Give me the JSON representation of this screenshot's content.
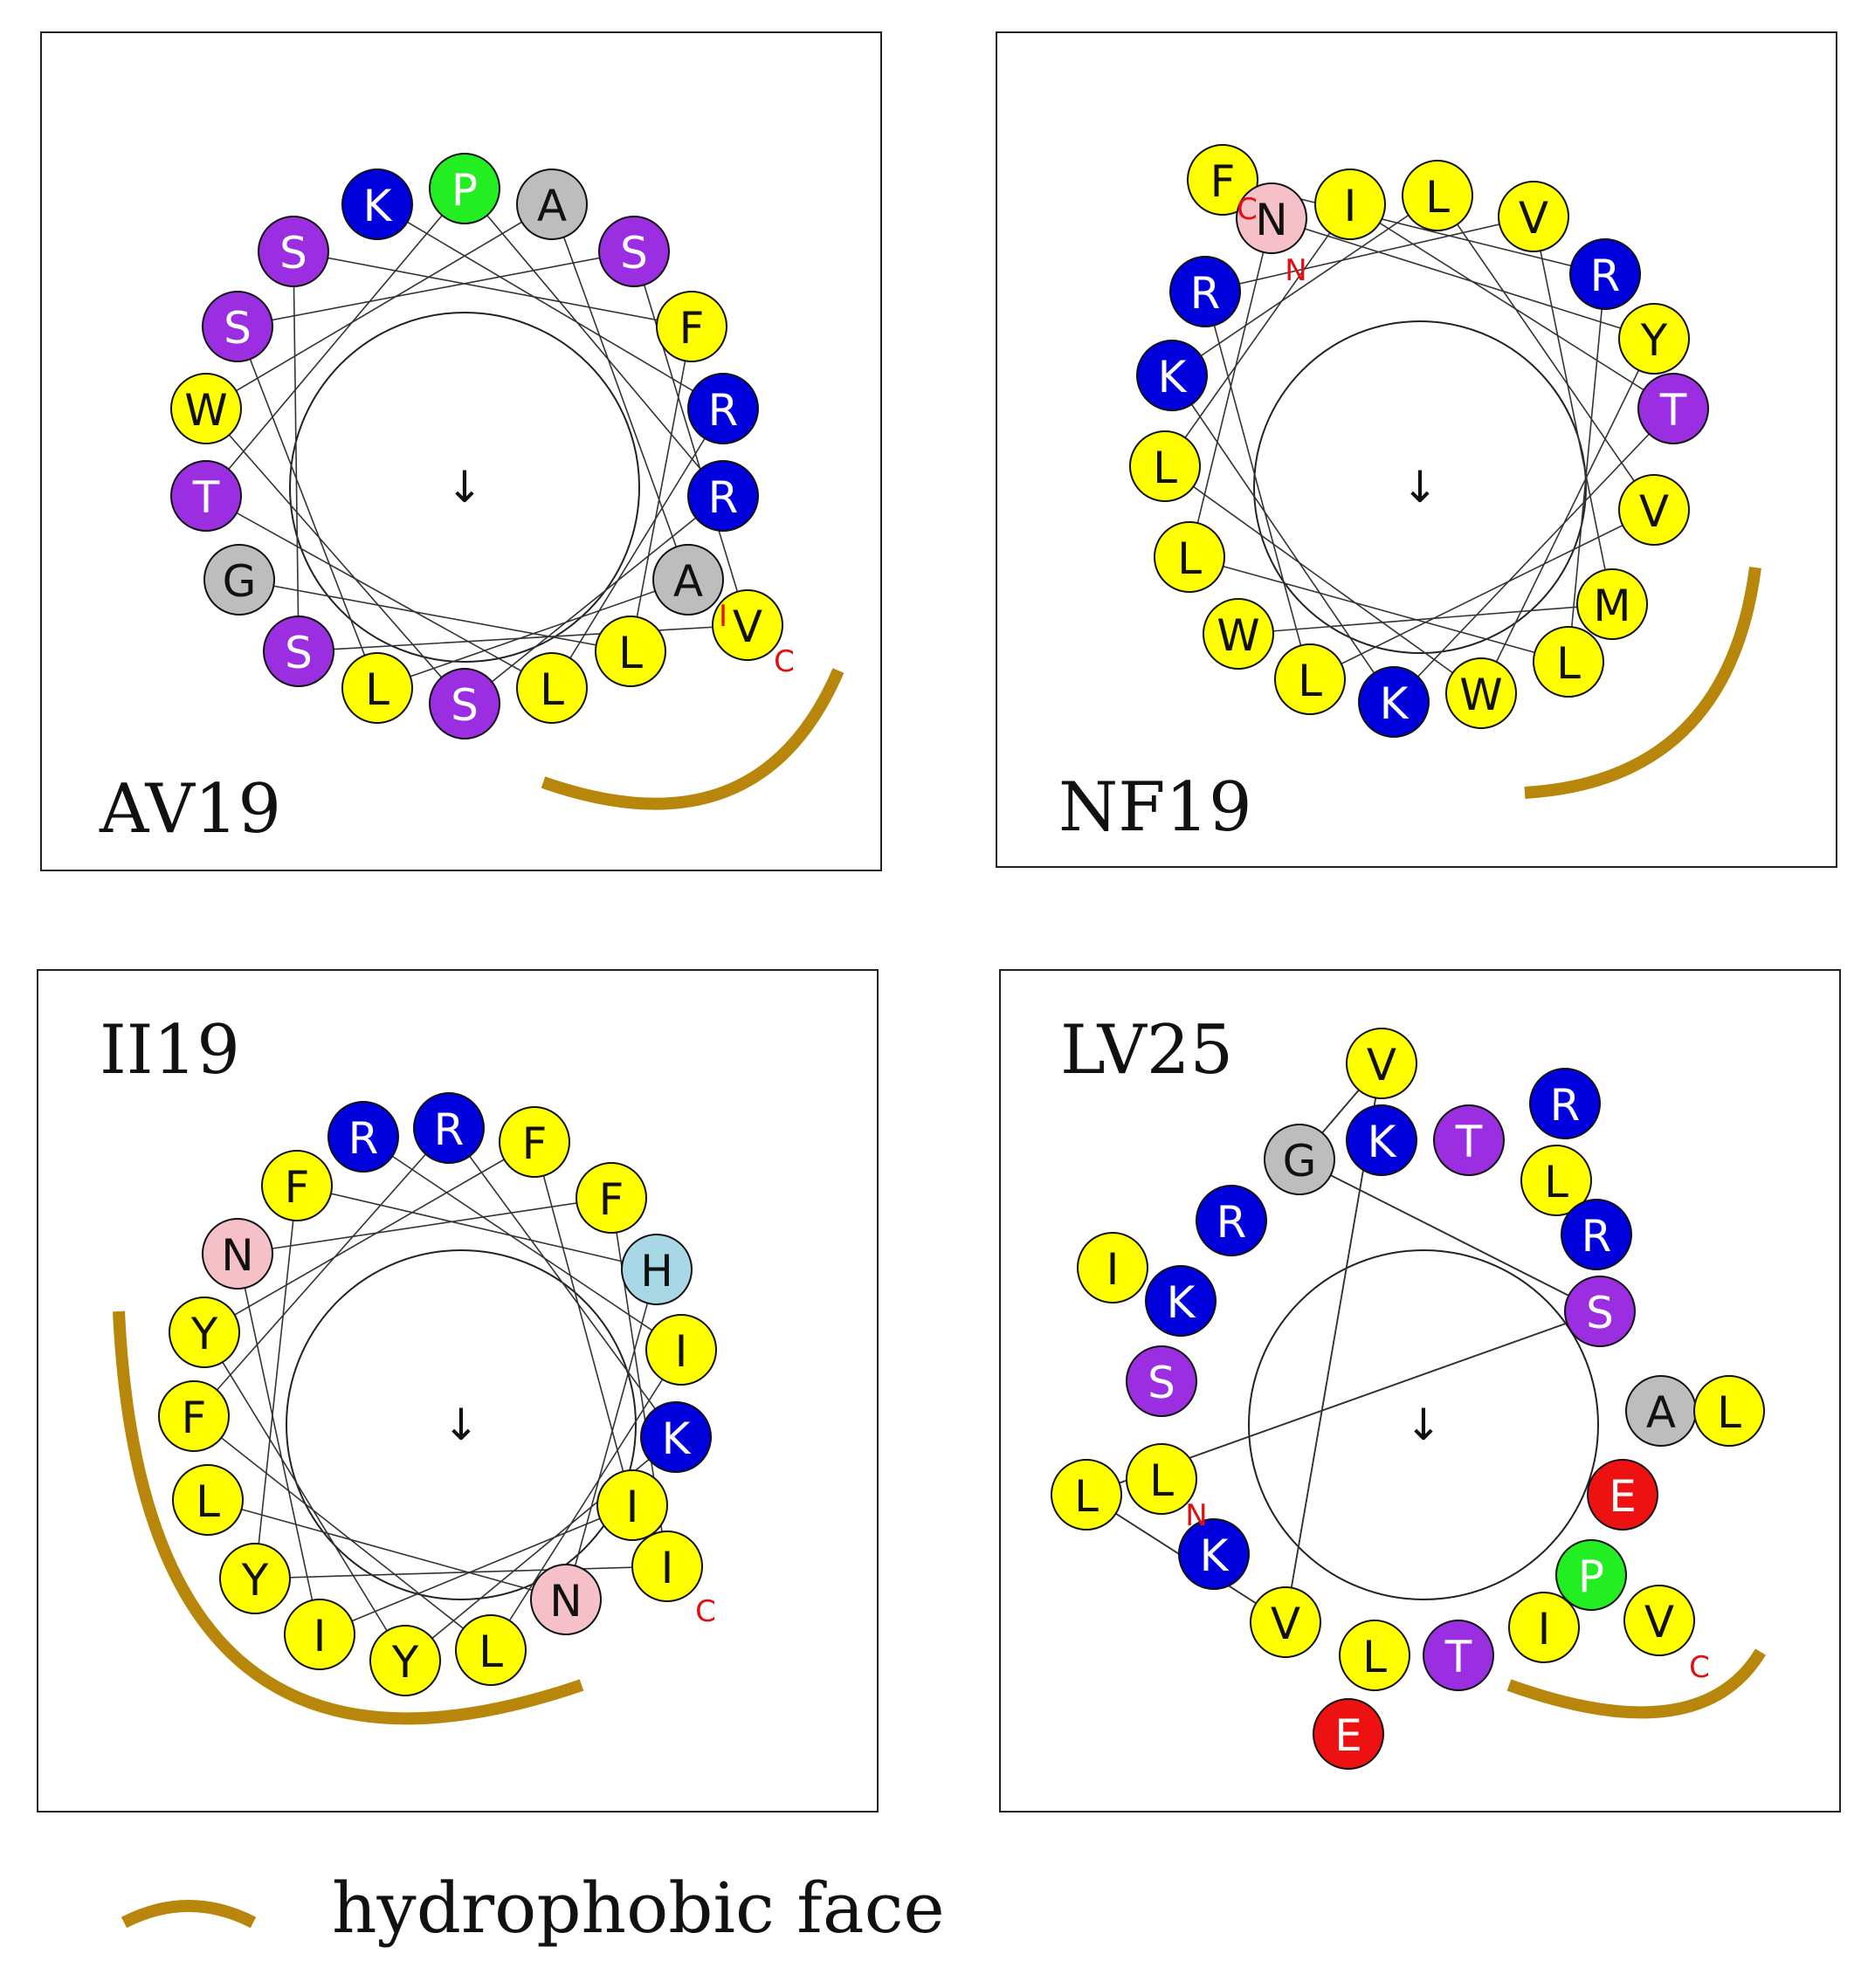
{
  "colors": {
    "hydrophobic": "#ffff00",
    "basic": "#0000dd",
    "polar": "#9a2ee0",
    "glycine_alanine": "#bdbdbd",
    "proline": "#22ee22",
    "amide": "#f6c0c8",
    "histidine": "#a8d8e6",
    "acidic": "#ee1111",
    "face_arc": "#b8860b",
    "terminal": "#e01010"
  },
  "panels": [
    {
      "id": "av19",
      "label": "AV19",
      "center_arrow": "↓",
      "residues": [
        {
          "letter": "K",
          "color": "basic",
          "text_color": "#ffffff"
        },
        {
          "letter": "P",
          "color": "proline",
          "text_color": "#ffffff"
        },
        {
          "letter": "A",
          "color": "glycine_alanine",
          "text_color": "#111111"
        },
        {
          "letter": "S",
          "color": "polar",
          "text_color": "#ffffff"
        },
        {
          "letter": "F",
          "color": "hydrophobic",
          "text_color": "#111111"
        },
        {
          "letter": "R",
          "color": "basic",
          "text_color": "#ffffff"
        },
        {
          "letter": "R",
          "color": "basic",
          "text_color": "#ffffff"
        },
        {
          "letter": "A",
          "color": "glycine_alanine",
          "text_color": "#111111"
        },
        {
          "letter": "V",
          "color": "hydrophobic",
          "text_color": "#111111"
        },
        {
          "letter": "L",
          "color": "hydrophobic",
          "text_color": "#111111"
        },
        {
          "letter": "L",
          "color": "hydrophobic",
          "text_color": "#111111"
        },
        {
          "letter": "S",
          "color": "polar",
          "text_color": "#ffffff"
        },
        {
          "letter": "L",
          "color": "hydrophobic",
          "text_color": "#111111"
        },
        {
          "letter": "S",
          "color": "polar",
          "text_color": "#ffffff"
        },
        {
          "letter": "G",
          "color": "glycine_alanine",
          "text_color": "#111111"
        },
        {
          "letter": "T",
          "color": "polar",
          "text_color": "#ffffff"
        },
        {
          "letter": "W",
          "color": "hydrophobic",
          "text_color": "#111111"
        },
        {
          "letter": "S",
          "color": "polar",
          "text_color": "#ffffff"
        },
        {
          "letter": "S",
          "color": "polar",
          "text_color": "#ffffff"
        }
      ],
      "terminals": [
        {
          "text": "I"
        },
        {
          "text": "C"
        }
      ]
    },
    {
      "id": "nf19",
      "label": "NF19",
      "center_arrow": "↓",
      "residues": [
        {
          "letter": "F",
          "color": "hydrophobic",
          "text_color": "#111111"
        },
        {
          "letter": "N",
          "color": "amide",
          "text_color": "#111111"
        },
        {
          "letter": "I",
          "color": "hydrophobic",
          "text_color": "#111111"
        },
        {
          "letter": "L",
          "color": "hydrophobic",
          "text_color": "#111111"
        },
        {
          "letter": "V",
          "color": "hydrophobic",
          "text_color": "#111111"
        },
        {
          "letter": "R",
          "color": "basic",
          "text_color": "#ffffff"
        },
        {
          "letter": "Y",
          "color": "hydrophobic",
          "text_color": "#111111"
        },
        {
          "letter": "T",
          "color": "polar",
          "text_color": "#ffffff"
        },
        {
          "letter": "V",
          "color": "hydrophobic",
          "text_color": "#111111"
        },
        {
          "letter": "M",
          "color": "hydrophobic",
          "text_color": "#111111"
        },
        {
          "letter": "L",
          "color": "hydrophobic",
          "text_color": "#111111"
        },
        {
          "letter": "W",
          "color": "hydrophobic",
          "text_color": "#111111"
        },
        {
          "letter": "K",
          "color": "basic",
          "text_color": "#ffffff"
        },
        {
          "letter": "L",
          "color": "hydrophobic",
          "text_color": "#111111"
        },
        {
          "letter": "W",
          "color": "hydrophobic",
          "text_color": "#111111"
        },
        {
          "letter": "L",
          "color": "hydrophobic",
          "text_color": "#111111"
        },
        {
          "letter": "L",
          "color": "hydrophobic",
          "text_color": "#111111"
        },
        {
          "letter": "K",
          "color": "basic",
          "text_color": "#ffffff"
        },
        {
          "letter": "R",
          "color": "basic",
          "text_color": "#ffffff"
        }
      ],
      "terminals": [
        {
          "text": "C"
        },
        {
          "text": "N"
        }
      ]
    },
    {
      "id": "ii19",
      "label": "II19",
      "center_arrow": "↓",
      "residues": [
        {
          "letter": "R",
          "color": "basic",
          "text_color": "#ffffff"
        },
        {
          "letter": "R",
          "color": "basic",
          "text_color": "#ffffff"
        },
        {
          "letter": "F",
          "color": "hydrophobic",
          "text_color": "#111111"
        },
        {
          "letter": "F",
          "color": "hydrophobic",
          "text_color": "#111111"
        },
        {
          "letter": "H",
          "color": "histidine",
          "text_color": "#111111"
        },
        {
          "letter": "I",
          "color": "hydrophobic",
          "text_color": "#111111"
        },
        {
          "letter": "K",
          "color": "basic",
          "text_color": "#ffffff"
        },
        {
          "letter": "I",
          "color": "hydrophobic",
          "text_color": "#111111"
        },
        {
          "letter": "I",
          "color": "hydrophobic",
          "text_color": "#111111"
        },
        {
          "letter": "N",
          "color": "amide",
          "text_color": "#111111"
        },
        {
          "letter": "L",
          "color": "hydrophobic",
          "text_color": "#111111"
        },
        {
          "letter": "Y",
          "color": "hydrophobic",
          "text_color": "#111111"
        },
        {
          "letter": "I",
          "color": "hydrophobic",
          "text_color": "#111111"
        },
        {
          "letter": "Y",
          "color": "hydrophobic",
          "text_color": "#111111"
        },
        {
          "letter": "L",
          "color": "hydrophobic",
          "text_color": "#111111"
        },
        {
          "letter": "F",
          "color": "hydrophobic",
          "text_color": "#111111"
        },
        {
          "letter": "Y",
          "color": "hydrophobic",
          "text_color": "#111111"
        },
        {
          "letter": "N",
          "color": "amide",
          "text_color": "#111111"
        },
        {
          "letter": "F",
          "color": "hydrophobic",
          "text_color": "#111111"
        }
      ],
      "terminals": [
        {
          "text": "C"
        }
      ]
    },
    {
      "id": "lv25",
      "label": "LV25",
      "center_arrow": "↓",
      "residues": [
        {
          "letter": "V",
          "color": "hydrophobic",
          "text_color": "#111111"
        },
        {
          "letter": "K",
          "color": "basic",
          "text_color": "#ffffff"
        },
        {
          "letter": "T",
          "color": "polar",
          "text_color": "#ffffff"
        },
        {
          "letter": "R",
          "color": "basic",
          "text_color": "#ffffff"
        },
        {
          "letter": "L",
          "color": "hydrophobic",
          "text_color": "#111111"
        },
        {
          "letter": "G",
          "color": "glycine_alanine",
          "text_color": "#111111"
        },
        {
          "letter": "R",
          "color": "basic",
          "text_color": "#ffffff"
        },
        {
          "letter": "R",
          "color": "basic",
          "text_color": "#ffffff"
        },
        {
          "letter": "I",
          "color": "hydrophobic",
          "text_color": "#111111"
        },
        {
          "letter": "K",
          "color": "basic",
          "text_color": "#ffffff"
        },
        {
          "letter": "S",
          "color": "polar",
          "text_color": "#ffffff"
        },
        {
          "letter": "S",
          "color": "polar",
          "text_color": "#ffffff"
        },
        {
          "letter": "A",
          "color": "glycine_alanine",
          "text_color": "#111111"
        },
        {
          "letter": "L",
          "color": "hydrophobic",
          "text_color": "#111111"
        },
        {
          "letter": "L",
          "color": "hydrophobic",
          "text_color": "#111111"
        },
        {
          "letter": "L",
          "color": "hydrophobic",
          "text_color": "#111111"
        },
        {
          "letter": "E",
          "color": "acidic",
          "text_color": "#ffffff"
        },
        {
          "letter": "K",
          "color": "basic",
          "text_color": "#ffffff"
        },
        {
          "letter": "P",
          "color": "proline",
          "text_color": "#ffffff"
        },
        {
          "letter": "V",
          "color": "hydrophobic",
          "text_color": "#111111"
        },
        {
          "letter": "V",
          "color": "hydrophobic",
          "text_color": "#111111"
        },
        {
          "letter": "L",
          "color": "hydrophobic",
          "text_color": "#111111"
        },
        {
          "letter": "T",
          "color": "polar",
          "text_color": "#ffffff"
        },
        {
          "letter": "I",
          "color": "hydrophobic",
          "text_color": "#111111"
        },
        {
          "letter": "E",
          "color": "acidic",
          "text_color": "#ffffff"
        }
      ],
      "terminals": [
        {
          "text": "N"
        },
        {
          "text": "C"
        }
      ]
    }
  ],
  "legend": {
    "label": "hydrophobic face"
  }
}
